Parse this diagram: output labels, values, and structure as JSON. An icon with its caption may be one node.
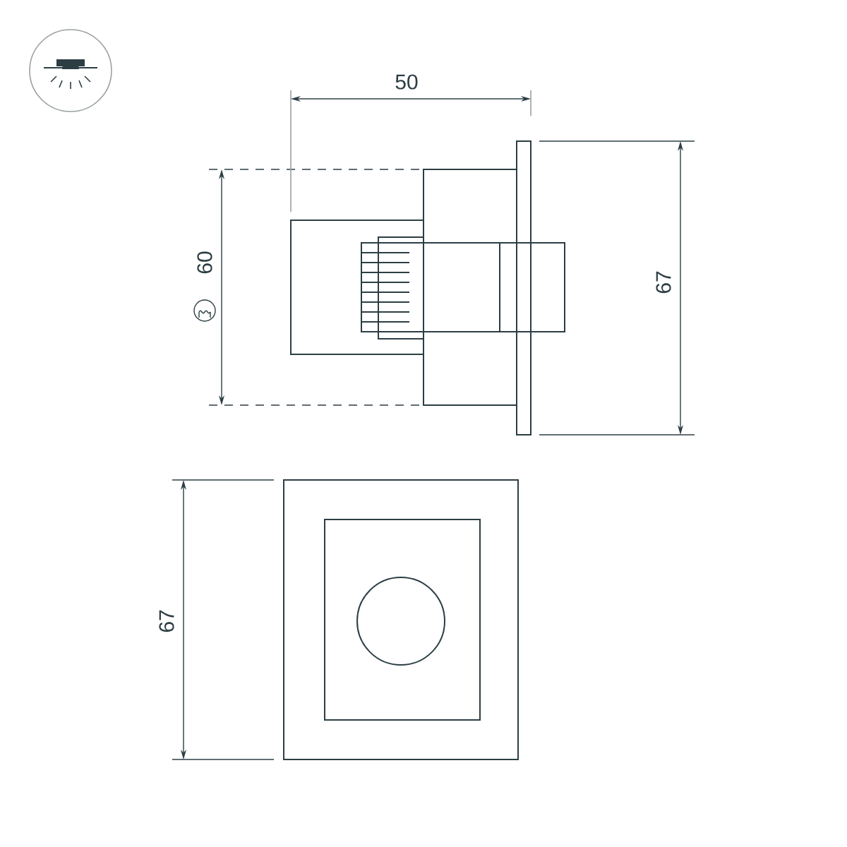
{
  "diagram": {
    "labels": [
      "50",
      "60",
      "67",
      "67"
    ]
  }
}
